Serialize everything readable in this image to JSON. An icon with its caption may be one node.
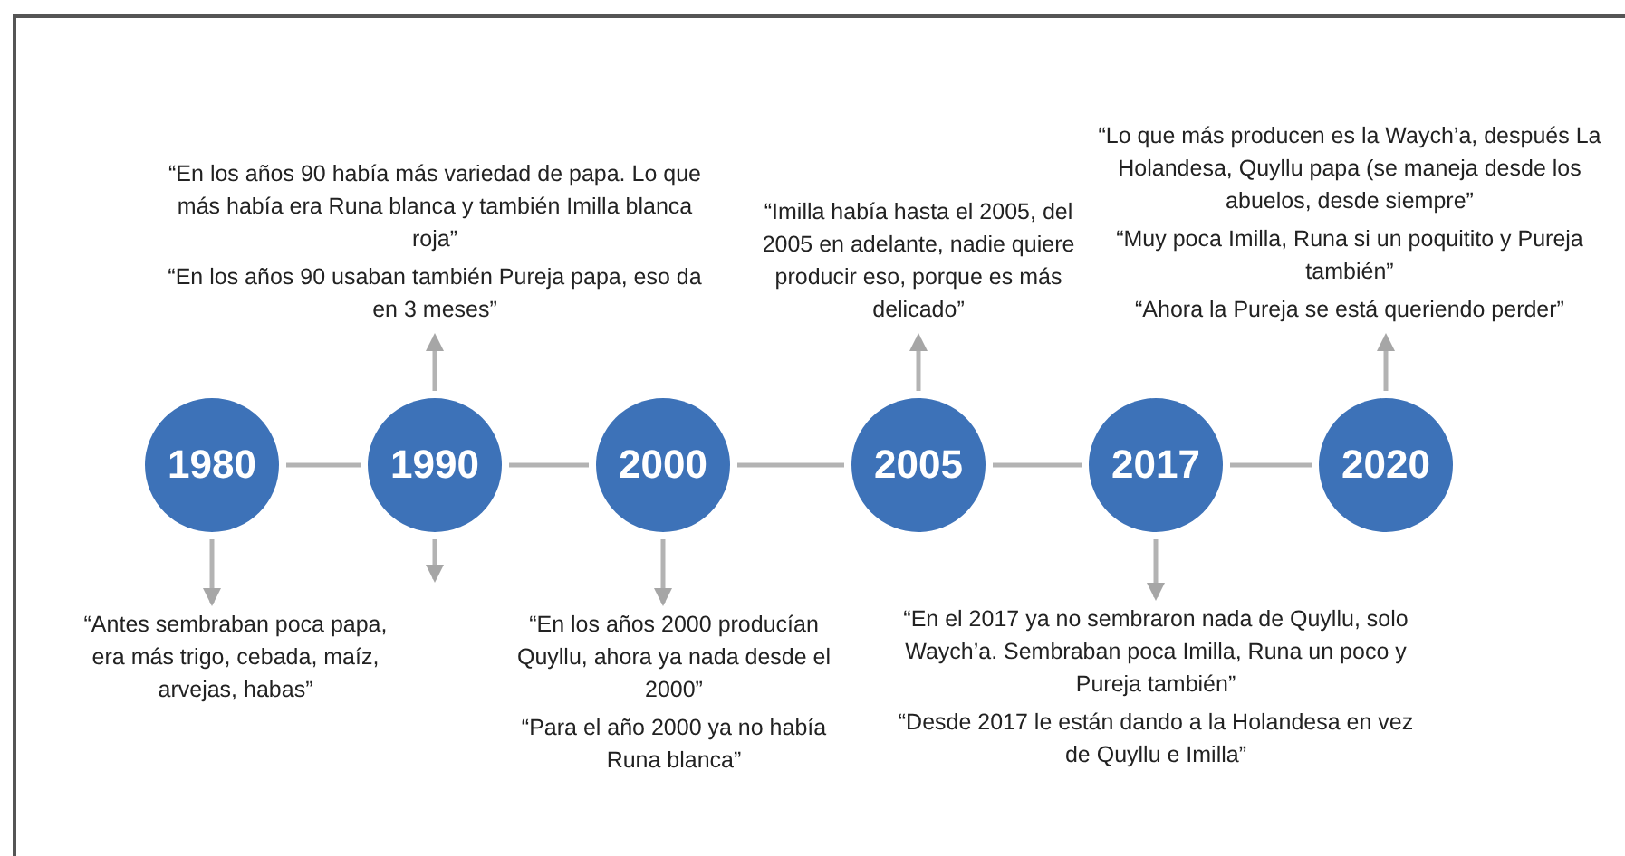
{
  "diagram": {
    "nodes": [
      {
        "text": [
          "1980"
        ]
      },
      {
        "text": [
          "1990"
        ]
      },
      {
        "text": [
          "2000"
        ]
      },
      {
        "text": [
          "2005"
        ]
      },
      {
        "text": [
          "2017"
        ]
      },
      {
        "text": [
          "2020"
        ]
      },
      {
        "text": [
          "“Antes sembraban poca papa, era más trigo, cebada, maíz, arvejas, habas”"
        ]
      },
      {
        "text": [
          "“En los años 90 había más variedad de papa. Lo que más había era Runa blanca y también Imilla blanca roja”",
          "“En los años 90 usaban también Pureja papa, eso da en 3 meses”"
        ]
      },
      {
        "text": [
          "“En los años 2000 producían Quyllu, ahora ya nada desde el 2000”",
          "“Para el año 2000 ya no había Runa blanca”"
        ]
      },
      {
        "text": [
          "“Imilla había hasta el 2005, del 2005 en adelante, nadie quiere producir eso, porque es más delicado”"
        ]
      },
      {
        "text": [
          "“En el 2017 ya no sembraron nada de Quyllu, solo Waych’a. Sembraban poca Imilla, Runa un poco y Pureja también”",
          "“Desde 2017 le están dando a la Holandesa en vez de Quyllu  e Imilla”"
        ]
      },
      {
        "text": [
          "“Lo que más producen es la Waych’a, después La Holandesa, Quyllu papa (se maneja desde los abuelos, desde siempre”",
          "“Muy poca Imilla, Runa si un poquitito y Pureja también”",
          "“Ahora la Pureja se está queriendo perder”"
        ]
      }
    ],
    "edges": [
      {
        "from": 0,
        "to": 1,
        "arrow": "none"
      },
      {
        "from": 1,
        "to": 2,
        "arrow": "none"
      },
      {
        "from": 2,
        "to": 3,
        "arrow": "none"
      },
      {
        "from": 3,
        "to": 4,
        "arrow": "none"
      },
      {
        "from": 4,
        "to": 5,
        "arrow": "none"
      },
      {
        "from": 0,
        "to": 6,
        "arrow": "to"
      },
      {
        "from": 1,
        "to": 7,
        "arrow": "to"
      },
      {
        "from": 1,
        "to": null,
        "arrow": "to"
      },
      {
        "from": 2,
        "to": 8,
        "arrow": "to"
      },
      {
        "from": 3,
        "to": 9,
        "arrow": "to"
      },
      {
        "from": 4,
        "to": 10,
        "arrow": "to"
      },
      {
        "from": 5,
        "to": 11,
        "arrow": "to"
      }
    ]
  }
}
